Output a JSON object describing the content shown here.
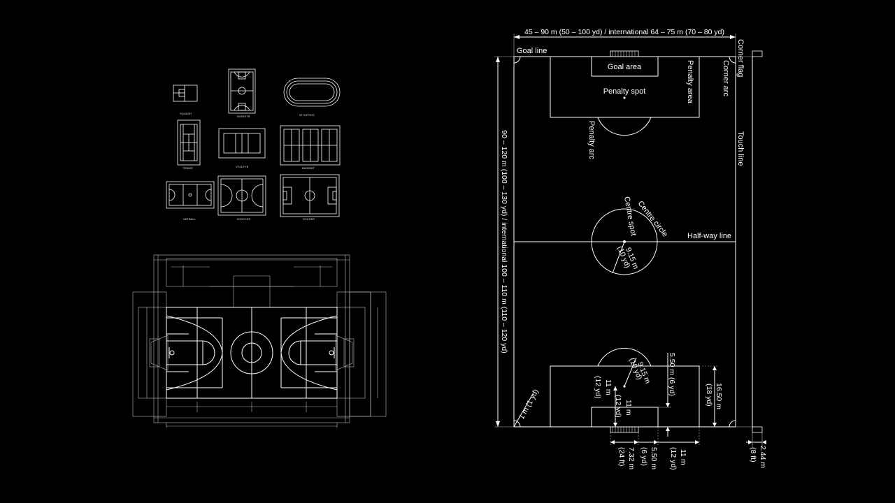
{
  "thumbnails": [
    {
      "id": "squash",
      "label": "SQUASH"
    },
    {
      "id": "basketball",
      "label": "BASKETB"
    },
    {
      "id": "athletics",
      "label": "ATHLETICS"
    },
    {
      "id": "tennis",
      "label": "TENNIS"
    },
    {
      "id": "volleyball",
      "label": "VOLLEYB"
    },
    {
      "id": "badminton",
      "label": "BADMINT"
    },
    {
      "id": "netball",
      "label": "NETBALL"
    },
    {
      "id": "5soccer",
      "label": "5SOCCER"
    },
    {
      "id": "soccer",
      "label": "SOCCER"
    }
  ],
  "pitch": {
    "width_dim": "45 – 90 m (50 – 100 yd) / international 64 – 75 m (70 – 80 yd)",
    "length_dim": "90 – 120 m (100 – 130 yd) / international 100 – 110 m (110 – 120 yd)",
    "goal_line": "Goal line",
    "goal_area": "Goal area",
    "penalty_spot": "Penalty spot",
    "penalty_area": "Penalty area",
    "penalty_arc": "Penalty arc",
    "corner_arc": "Corner arc",
    "corner_flag": "Corner flag",
    "touch_line": "Touch line",
    "centre_circle": "Centre circle",
    "centre_spot": "Centre spot",
    "half_way_line": "Half-way line",
    "radius_m": "9.15 m",
    "radius_yd": "(10 yd)",
    "radius2_m": "9.15 m",
    "radius2_yd": "(10 yd)",
    "spot_m": "11 m",
    "spot_yd": "(12 yd)",
    "spot2_m": "11 m",
    "spot2_yd": "(12 yd)",
    "ga_depth": "5.50 m (6 yd)",
    "pa_depth_m": "16.50 m",
    "pa_depth_yd": "(18 yd)",
    "corner_r": "1 m (1 yd)",
    "goal_w_m": "7.32 m",
    "goal_w_ft": "(24 ft)",
    "ga_w_m": "5.50 m",
    "ga_w_yd": "(6 yd)",
    "pa_w_m": "11 m",
    "pa_w_yd": "(12 yd)",
    "goal_h_m": "2.44 m",
    "goal_h_ft": "(8 ft)"
  }
}
